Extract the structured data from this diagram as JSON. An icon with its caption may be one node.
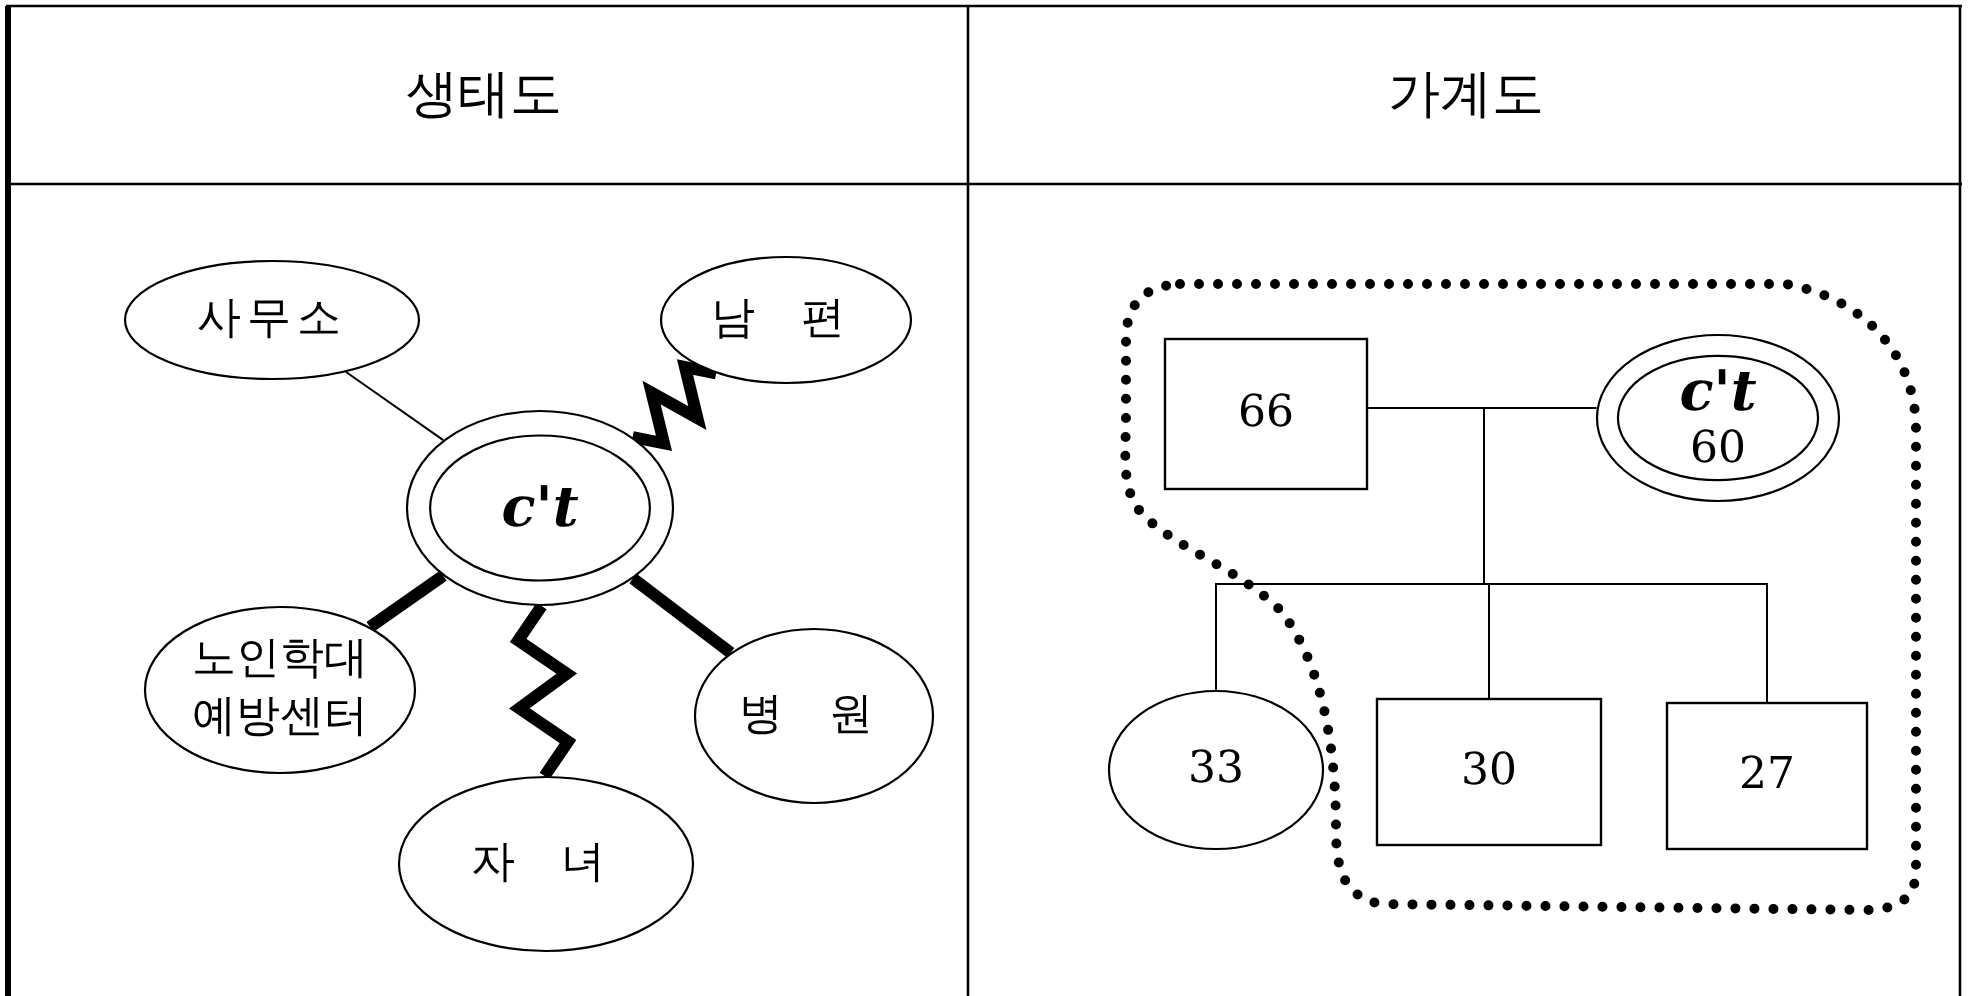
{
  "diagram": {
    "nodes": [
      {
        "text": [
          "사무소"
        ]
      },
      {
        "text": [
          "남 편"
        ]
      },
      {
        "text": [
          "c't"
        ]
      },
      {
        "text": [
          "노인학대 예방센터"
        ]
      },
      {
        "text": [
          "병 원"
        ]
      },
      {
        "text": [
          "자 녀"
        ]
      },
      {
        "text": [
          "66"
        ]
      },
      {
        "text": [
          "c't",
          "60"
        ]
      },
      {
        "text": [
          "33"
        ]
      },
      {
        "text": [
          "30"
        ]
      },
      {
        "text": [
          "27"
        ]
      }
    ],
    "edges": [
      {
        "from": 0,
        "to": 2,
        "arrow": "none"
      },
      {
        "from": 1,
        "to": 2,
        "arrow": "none",
        "style": "thick"
      },
      {
        "from": 3,
        "to": 2,
        "arrow": "none",
        "style": "thick"
      },
      {
        "from": 4,
        "to": 2,
        "arrow": "none",
        "style": "thick"
      },
      {
        "from": 5,
        "to": 2,
        "arrow": "none",
        "style": "thick"
      },
      {
        "from": 6,
        "to": 7,
        "arrow": "none"
      },
      {
        "from": 6,
        "to": 8,
        "arrow": "none"
      },
      {
        "from": 6,
        "to": 9,
        "arrow": "none"
      },
      {
        "from": 6,
        "to": 10,
        "arrow": "none"
      },
      {
        "from": 7,
        "to": 8,
        "arrow": "none"
      },
      {
        "from": 7,
        "to": 9,
        "arrow": "none"
      },
      {
        "from": 7,
        "to": 10,
        "arrow": "none"
      }
    ],
    "labels": [
      "생태도",
      "가계도"
    ]
  }
}
